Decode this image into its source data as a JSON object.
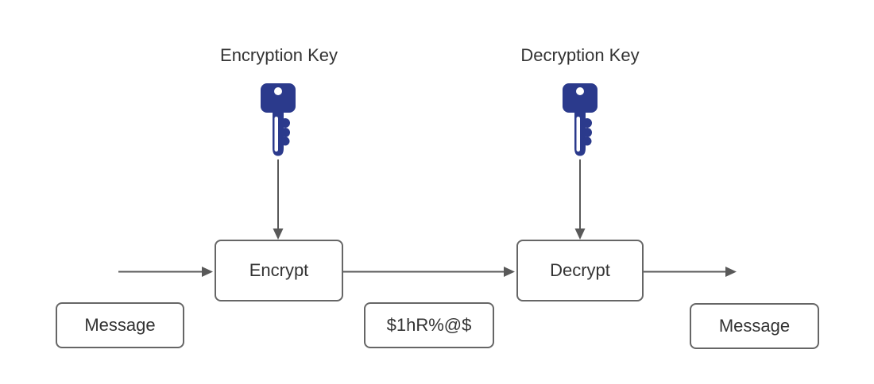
{
  "labels": {
    "encryption_key": "Encryption Key",
    "decryption_key": "Decryption Key"
  },
  "boxes": {
    "encrypt": "Encrypt",
    "decrypt": "Decrypt",
    "message_in": "Message",
    "ciphertext": "$1hR%@$",
    "message_out": "Message"
  },
  "icons": {
    "encryption_key": "key-icon",
    "decryption_key": "key-icon"
  },
  "colors": {
    "background": "#ffffff",
    "key_fill": "#2b3a8c",
    "key_hole": "#ffffff",
    "box_border": "#666666",
    "box_fill": "#ffffff",
    "arrow": "#595959",
    "text": "#333333"
  }
}
